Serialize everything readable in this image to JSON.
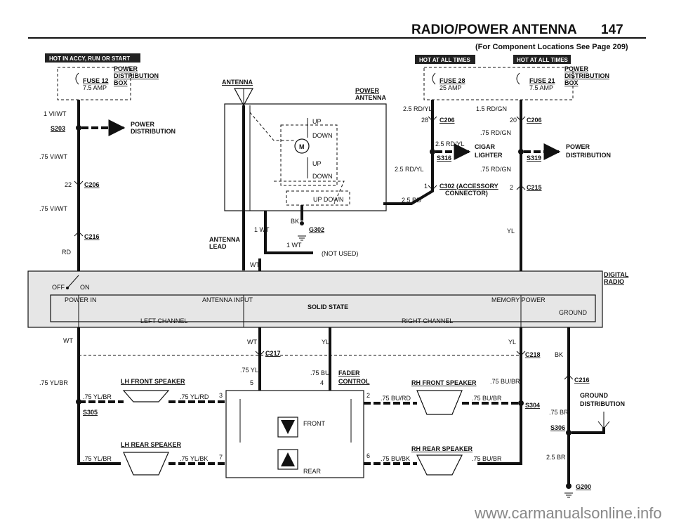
{
  "header": {
    "title": "RADIO/POWER ANTENNA",
    "page_number": "147",
    "subtitle": "(For Component Locations See Page 209)"
  },
  "labels": {
    "hot_accy": "HOT IN ACCY, RUN OR START",
    "hot_all_1": "HOT AT ALL TIMES",
    "hot_all_2": "HOT AT ALL TIMES"
  },
  "fuses": {
    "fuse12": {
      "name": "FUSE 12",
      "rating": "7.5 AMP"
    },
    "fuse28": {
      "name": "FUSE 28",
      "rating": "25 AMP"
    },
    "fuse21": {
      "name": "FUSE 21",
      "rating": "7.5 AMP"
    }
  },
  "power_box": {
    "l1": "POWER",
    "l2": "DISTRIBUTION",
    "l3": "BOX",
    "r1": "POWER",
    "r2": "DISTRIBUTION",
    "r3": "BOX"
  },
  "splices": {
    "s203": "S203",
    "s316": "S316",
    "s319": "S319",
    "s305": "S305",
    "s304": "S304",
    "s306": "S306"
  },
  "connectors": {
    "c206a": "C206",
    "c206b": "C206",
    "c206c": "C206",
    "c216a": "C216",
    "c216b": "C216",
    "c302": "C302 (ACCESSORY",
    "c302b": "CONNECTOR)",
    "c215": "C215",
    "c217": "C217",
    "c218": "C218",
    "g302": "G302",
    "g200": "G200"
  },
  "pins": {
    "p28": "28",
    "p20": "20",
    "p22": "22",
    "p1": "1",
    "p2": "2",
    "p5": "5",
    "p4": "4",
    "p3": "3",
    "p7": "7",
    "p2b": "2",
    "p6": "6"
  },
  "wires": {
    "w_1vi": "1 VI/WT",
    "w_75vi_a": ".75 VI/WT",
    "w_75vi_b": ".75 VI/WT",
    "w_rd": "RD",
    "w_25rdyl_a": "2.5 RD/YL",
    "w_15rdgn": "1.5 RD/GN",
    "w_75rdgn_a": ".75 RD/GN",
    "w_25rdyl_b": "2.5 RD/YL",
    "w_75rdgn_b": ".75 RD/GN",
    "w_25rdyl_c": "2.5 RD/YL",
    "w_25rd": "2.5 RD",
    "w_bk_g": "BK",
    "w_1wt_a": "1 WT",
    "w_1wt_b": "1 WT",
    "w_wt_a": "WT",
    "w_yl_a": "YL",
    "w_wt_b": "WT",
    "w_wt_c": "WT",
    "w_yl_b": "YL",
    "w_yl_c": "YL",
    "w_bk_b": "BK",
    "w_75ylbr_a": ".75 YL/BR",
    "w_75yl": ".75 YL",
    "w_75bu": ".75 BU",
    "w_75bubr_a": ".75 BU/BR",
    "w_75ylbr_b": ".75 YL/BR",
    "w_75ylrd": ".75 YL/RD",
    "w_75burd": ".75 BU/RD",
    "w_75bubr_b": ".75 BU/BR",
    "w_75ylbr_c": ".75 YL/BR",
    "w_75ylbk": ".75 YL/BK",
    "w_75bubk": ".75 BU/BK",
    "w_75bubr_c": ".75 BU/BR",
    "w_75br": ".75 BR",
    "w_25br": "2.5 BR"
  },
  "components": {
    "pwr_dist_l1": "POWER",
    "pwr_dist_l2": "DISTRIBUTION",
    "pwr_dist_r1": "POWER",
    "pwr_dist_r2": "DISTRIBUTION",
    "antenna": "ANTENNA",
    "power_antenna_1": "POWER",
    "power_antenna_2": "ANTENNA",
    "up_1": "UP",
    "down_1": "DOWN",
    "up_2": "UP",
    "down_2": "DOWN",
    "up_down": "UP DOWN",
    "cigar_1": "CIGAR",
    "cigar_2": "LIGHTER",
    "antenna_lead_1": "ANTENNA",
    "antenna_lead_2": "LEAD",
    "not_used": "(NOT USED)",
    "digital_1": "DIGITAL",
    "digital_2": "RADIO",
    "off": "OFF",
    "on": "ON",
    "power_in": "POWER IN",
    "antenna_input": "ANTENNA INPUT",
    "solid_state": "SOLID STATE",
    "memory_power": "MEMORY POWER",
    "ground": "GROUND",
    "left_channel": "LEFT CHANNEL",
    "right_channel": "RIGHT CHANNEL",
    "fader_1": "FADER",
    "fader_2": "CONTROL",
    "front": "FRONT",
    "rear": "REAR",
    "lh_front": "LH FRONT SPEAKER",
    "rh_front": "RH FRONT SPEAKER",
    "lh_rear": "LH REAR SPEAKER",
    "rh_rear": "RH REAR SPEAKER",
    "ground_dist_1": "GROUND",
    "ground_dist_2": "DISTRIBUTION"
  },
  "watermark": "www.carmanualsonline.info"
}
